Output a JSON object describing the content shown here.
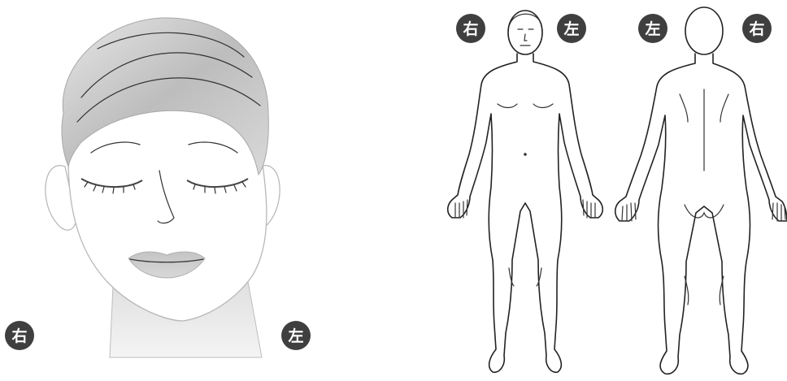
{
  "face_view": {
    "right_label": "右",
    "left_label": "左"
  },
  "body_front": {
    "right_label": "右",
    "left_label": "左"
  },
  "body_back": {
    "left_label": "左",
    "right_label": "右"
  },
  "colors": {
    "badge_fill": "#3f3f3f",
    "badge_text": "#ffffff",
    "hair": "#c8c8c8",
    "skin": "#ffffff",
    "lips": "#cfcfcf",
    "outline": "#222222"
  }
}
